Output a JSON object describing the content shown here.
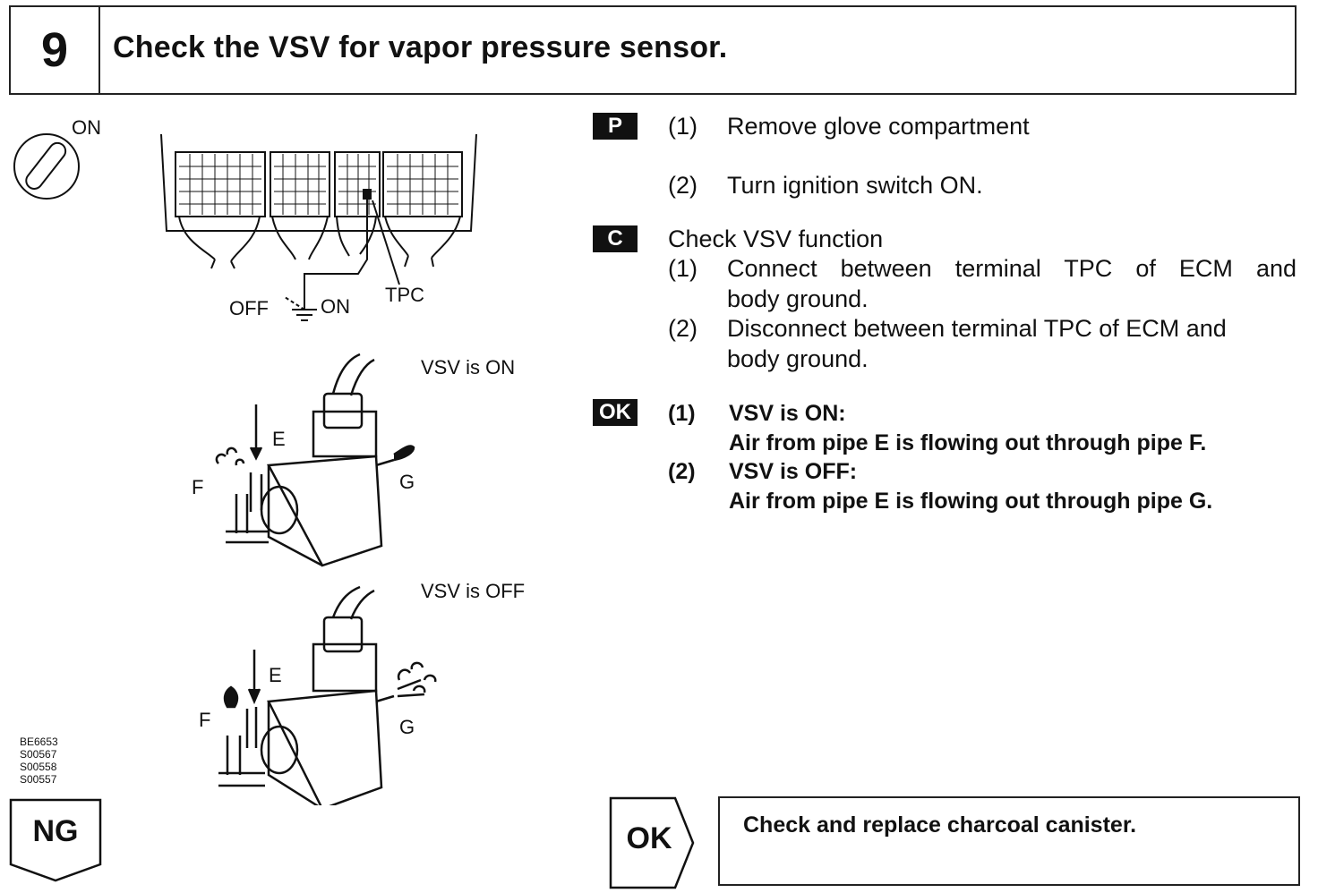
{
  "header": {
    "step_number": "9",
    "title": "Check the VSV for vapor pressure sensor."
  },
  "figure": {
    "ignition_label": "ON",
    "connector_off": "OFF",
    "connector_on": "ON",
    "connector_tpc": "TPC",
    "vsv_on_caption": "VSV is ON",
    "vsv_off_caption": "VSV is OFF",
    "pipe_e": "E",
    "pipe_f": "F",
    "pipe_g": "G",
    "codes": [
      "BE6653",
      "S00567",
      "S00558",
      "S00557"
    ]
  },
  "prep": {
    "badge": "P",
    "steps": [
      {
        "num": "(1)",
        "text": "Remove glove compartment"
      },
      {
        "num": "(2)",
        "text": "Turn ignition switch ON."
      }
    ]
  },
  "check": {
    "badge": "C",
    "heading": "Check VSV function",
    "steps": [
      {
        "num": "(1)",
        "line1": "Connect between terminal TPC of ECM and",
        "line2": "body ground."
      },
      {
        "num": "(2)",
        "line1": "Disconnect between terminal TPC of ECM and",
        "line2": "body ground."
      }
    ]
  },
  "ok_result": {
    "badge": "OK",
    "items": [
      {
        "num": "(1)",
        "line1": "VSV is ON:",
        "line2": "Air from pipe E is flowing out through pipe F."
      },
      {
        "num": "(2)",
        "line1": "VSV is OFF:",
        "line2": "Air from pipe E is flowing out through pipe G."
      }
    ]
  },
  "ng_label": "NG",
  "ok_branch": {
    "label": "OK",
    "action": "Check and replace charcoal canister."
  }
}
